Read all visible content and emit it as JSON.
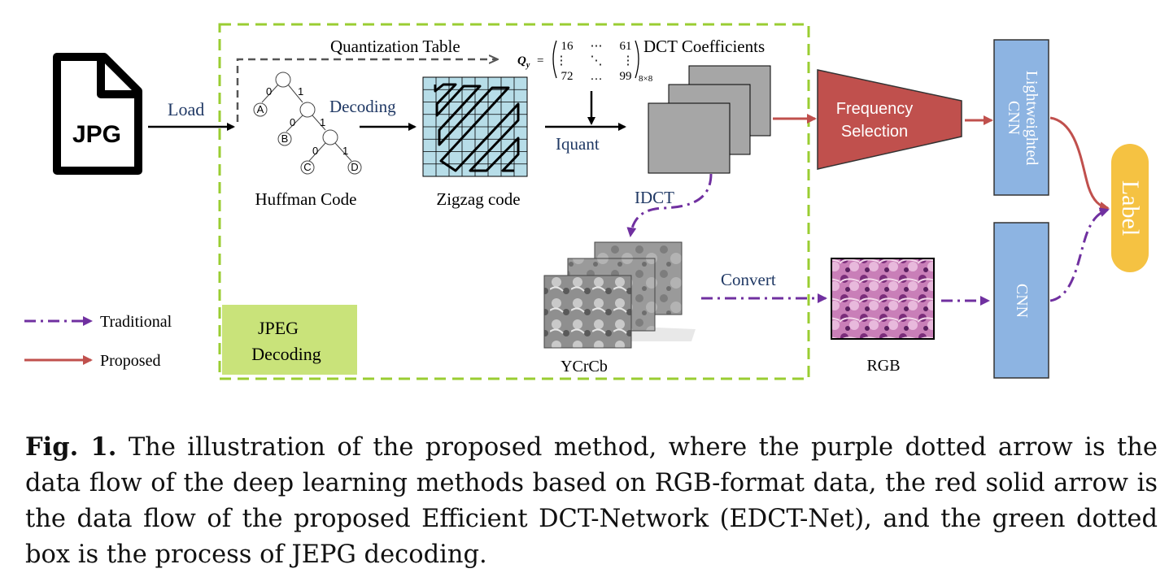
{
  "figure": {
    "file_icon_text": "JPG",
    "load": "Load",
    "quantization_table": "Quantization Table",
    "huffman": {
      "label": "Huffman Code",
      "nodes": [
        "A",
        "B",
        "C",
        "D"
      ],
      "edge0": "0",
      "edge1": "1"
    },
    "decoding": "Decoding",
    "zigzag": "Zigzag code",
    "iquant": "Iquant",
    "qy": {
      "symbol": "Q",
      "subscript": "y",
      "equals": "=",
      "matrix": [
        [
          "16",
          "⋯",
          "61"
        ],
        [
          "⋮",
          "⋱",
          "⋮"
        ],
        [
          "72",
          "…",
          "99"
        ]
      ],
      "size": "8×8"
    },
    "dct_coefficients": "DCT Coefficients",
    "idct": "IDCT",
    "convert": "Convert",
    "ycrcb": "YCrCb",
    "rgb": "RGB",
    "frequency_selection": [
      "Frequency",
      "Selection"
    ],
    "lightweighted_cnn": [
      "Lightweighted",
      "CNN"
    ],
    "cnn": "CNN",
    "label": "Label",
    "jpeg_decoding": [
      "JPEG",
      "Decoding"
    ],
    "legend": {
      "traditional": "Traditional",
      "proposed": "Proposed"
    },
    "colors": {
      "proposed": "#c0504d",
      "traditional": "#7030a0",
      "dashed_box": "#9acd32",
      "jpeg_box": "#c9e37a",
      "freq_box": "#c0504d",
      "cnn_box": "#8db4e2",
      "label_pill": "#f5c242",
      "zigzag_grid": "#b7dde8",
      "dark_text": "#1f3864"
    }
  },
  "caption": {
    "prefix": "Fig. 1.",
    "text": " The illustration of the proposed method, where the purple dotted arrow is the data flow of the deep learning methods based on RGB-format data, the red solid arrow is the data flow of the proposed Efficient DCT-Network (EDCT-Net), and the green dotted box is the process of JEPG decoding."
  }
}
